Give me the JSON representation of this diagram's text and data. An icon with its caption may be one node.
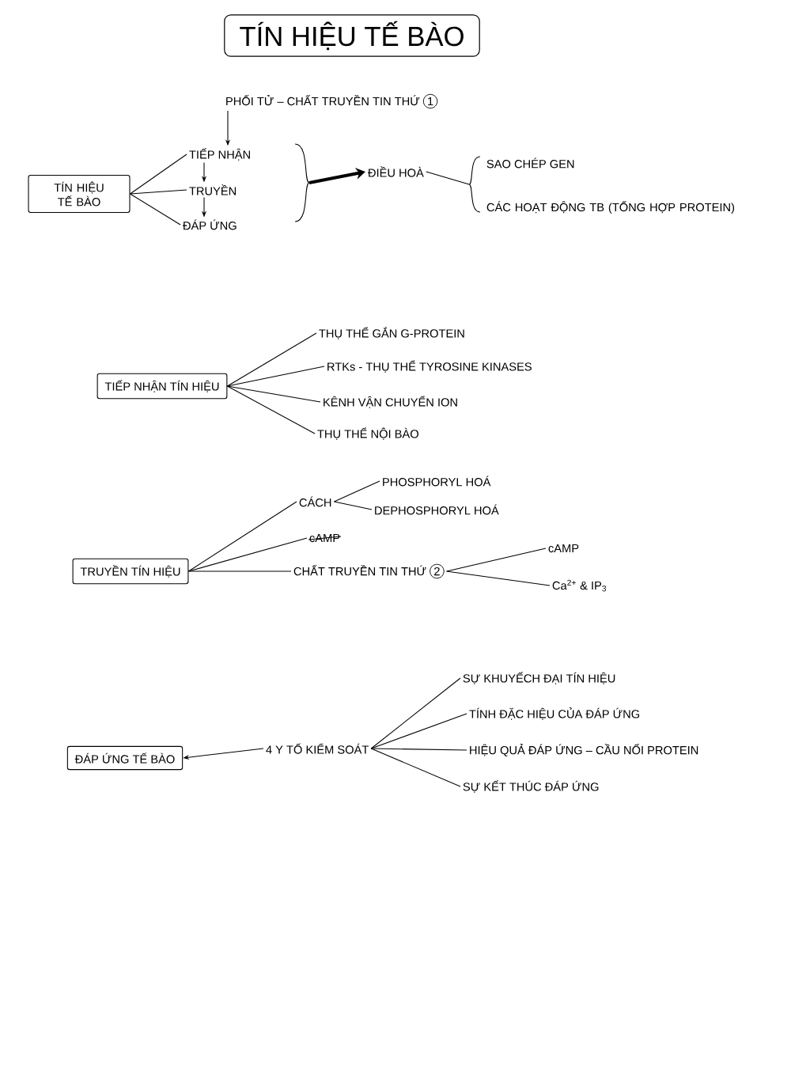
{
  "diagram": {
    "title": "TÍN HIỆU TẾ BÀO",
    "nodes": [
      {
        "text": [
          "TÍN HIỆU TẾ BÀO"
        ]
      },
      {
        "text": [
          "PHỐI TỬ – CHẤT TRUYỀN TIN THỨ",
          "1"
        ]
      },
      {
        "text": [
          "TIẾP NHẬN"
        ]
      },
      {
        "text": [
          "TRUYỀN"
        ]
      },
      {
        "text": [
          "ĐÁP ỨNG"
        ]
      },
      {
        "text": [
          "ĐIỀU HOÀ"
        ]
      },
      {
        "text": [
          "SAO CHÉP GEN"
        ]
      },
      {
        "text": [
          "CÁC HOẠT ĐỘNG TB (TỔNG HỢP PROTEIN)"
        ]
      },
      {
        "text": [
          "TIẾP NHẬN TÍN HIỆU"
        ]
      },
      {
        "text": [
          "THỤ THỂ GẮN G-PROTEIN"
        ]
      },
      {
        "text": [
          "RTKs - THỤ THỂ TYROSINE KINASES"
        ]
      },
      {
        "text": [
          "KÊNH VẬN CHUYỂN ION"
        ]
      },
      {
        "text": [
          "THỤ THỂ NỘI BÀO"
        ]
      },
      {
        "text": [
          "TRUYỀN TÍN HIỆU"
        ]
      },
      {
        "text": [
          "CÁCH"
        ]
      },
      {
        "text": [
          "PHOSPHORYL HOÁ"
        ]
      },
      {
        "text": [
          "DEPHOSPHORYL HOÁ"
        ]
      },
      {
        "text": [
          "cAMP"
        ]
      },
      {
        "text": [
          "CHẤT TRUYỀN TIN THỨ",
          "2"
        ]
      },
      {
        "text": [
          "cAMP"
        ]
      },
      {
        "text": [
          "Ca$^{2+}$ & IP$_{3}$"
        ]
      },
      {
        "text": [
          "ĐÁP ỨNG TẾ BÀO"
        ]
      },
      {
        "text": [
          "4 Y TỐ KIỂM SOÁT"
        ]
      },
      {
        "text": [
          "SỰ KHUYẾCH ĐẠI TÍN HIỆU"
        ]
      },
      {
        "text": [
          "TÍNH ĐẶC HIỆU CỦA ĐÁP ỨNG"
        ]
      },
      {
        "text": [
          "HIỆU QUẢ ĐÁP ỨNG – CẦU NỐI PROTEIN"
        ]
      },
      {
        "text": [
          "SỰ KẾT THÚC ĐÁP ỨNG"
        ]
      },
      {
        "text": [],
        "shape": "brace"
      },
      {
        "text": [],
        "shape": "brace"
      }
    ],
    "edges": [
      {
        "from": 1,
        "to": 2,
        "arrow": "to"
      },
      {
        "from": 0,
        "to": 2,
        "arrow": "none"
      },
      {
        "from": 0,
        "to": 3,
        "arrow": "none"
      },
      {
        "from": 0,
        "to": 4,
        "arrow": "none"
      },
      {
        "from": 2,
        "to": 3,
        "arrow": "to"
      },
      {
        "from": 3,
        "to": 4,
        "arrow": "to"
      },
      {
        "from": 27,
        "to": 5,
        "arrow": "to",
        "style": "thick"
      },
      {
        "from": 5,
        "to": 28,
        "arrow": "none"
      },
      {
        "from": 8,
        "to": 9,
        "arrow": "none"
      },
      {
        "from": 8,
        "to": 10,
        "arrow": "none"
      },
      {
        "from": 8,
        "to": 11,
        "arrow": "none"
      },
      {
        "from": 8,
        "to": 12,
        "arrow": "none"
      },
      {
        "from": 13,
        "to": 14,
        "arrow": "none"
      },
      {
        "from": 14,
        "to": 15,
        "arrow": "none"
      },
      {
        "from": 14,
        "to": 16,
        "arrow": "none"
      },
      {
        "from": 13,
        "to": 17,
        "arrow": "none"
      },
      {
        "from": 13,
        "to": 18,
        "arrow": "none"
      },
      {
        "from": 18,
        "to": 19,
        "arrow": "none"
      },
      {
        "from": 18,
        "to": 20,
        "arrow": "none"
      },
      {
        "from": 22,
        "to": 21,
        "arrow": "to"
      },
      {
        "from": 22,
        "to": 23,
        "arrow": "none"
      },
      {
        "from": 22,
        "to": 24,
        "arrow": "none"
      },
      {
        "from": 22,
        "to": 25,
        "arrow": "none"
      },
      {
        "from": 22,
        "to": 26,
        "arrow": "none"
      }
    ]
  }
}
